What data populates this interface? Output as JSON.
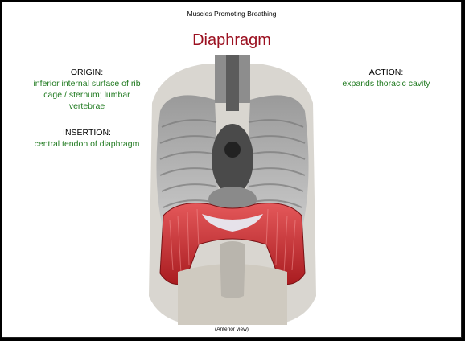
{
  "slide": {
    "topic": "Muscles Promoting Breathing",
    "title": "Diaphragm",
    "origin": {
      "heading": "ORIGIN:",
      "text": "inferior internal surface of rib cage / sternum; lumbar vertebrae"
    },
    "insertion": {
      "heading": "INSERTION:",
      "text": "central tendon of diaphragm"
    },
    "action": {
      "heading": "ACTION:",
      "text": "expands thoracic cavity"
    },
    "figure": {
      "icon": "diaphragm-anatomy-illustration",
      "caption": "(Anterior view)"
    },
    "colors": {
      "title": "#9b1020",
      "body_text": "#1f7a1f",
      "muscle": "#c0282a"
    }
  }
}
